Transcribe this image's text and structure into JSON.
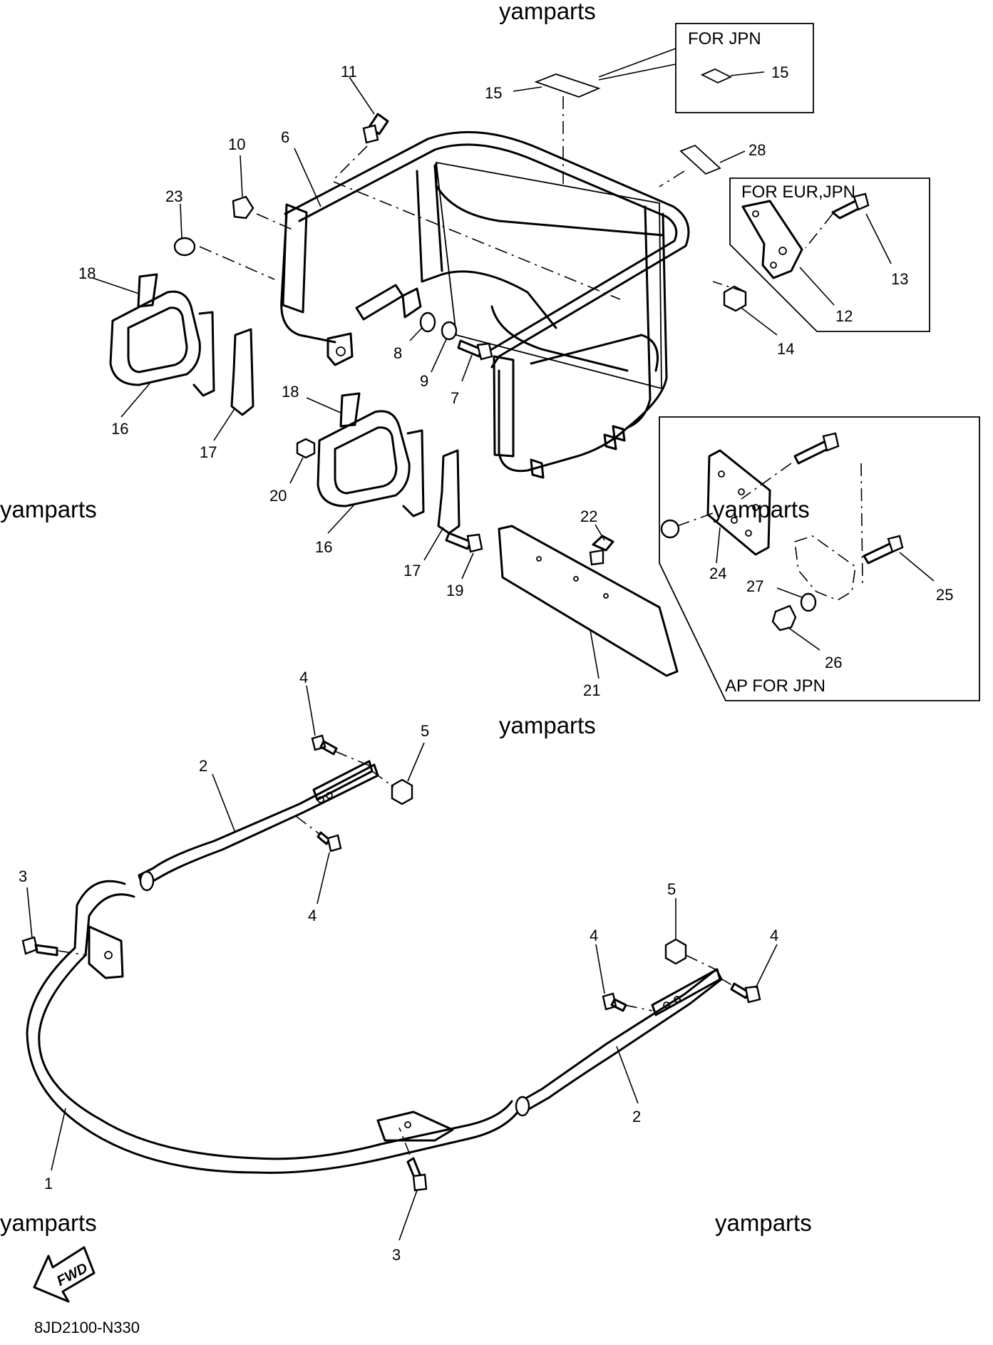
{
  "watermarks": [
    "yamparts",
    "yamparts",
    "yamparts",
    "yamparts",
    "yamparts",
    "yamparts"
  ],
  "boxes": {
    "for_jpn": "FOR JPN",
    "for_eur_jpn": "FOR EUR,JPN",
    "ap_for_jpn": "AP FOR JPN"
  },
  "callouts": {
    "n1": "1",
    "n2a": "2",
    "n2b": "2",
    "n3a": "3",
    "n3b": "3",
    "n4a": "4",
    "n4b": "4",
    "n4c": "4",
    "n4d": "4",
    "n5a": "5",
    "n5b": "5",
    "n6": "6",
    "n7": "7",
    "n8": "8",
    "n9": "9",
    "n10": "10",
    "n11": "11",
    "n12": "12",
    "n13": "13",
    "n14": "14",
    "n15a": "15",
    "n15b": "15",
    "n16a": "16",
    "n16b": "16",
    "n17a": "17",
    "n17b": "17",
    "n18a": "18",
    "n18b": "18",
    "n19": "19",
    "n20": "20",
    "n21": "21",
    "n22": "22",
    "n23": "23",
    "n24": "24",
    "n25": "25",
    "n26": "26",
    "n27": "27",
    "n28": "28"
  },
  "fwd_label": "FWD",
  "diagram_code": "8JD2100-N330"
}
